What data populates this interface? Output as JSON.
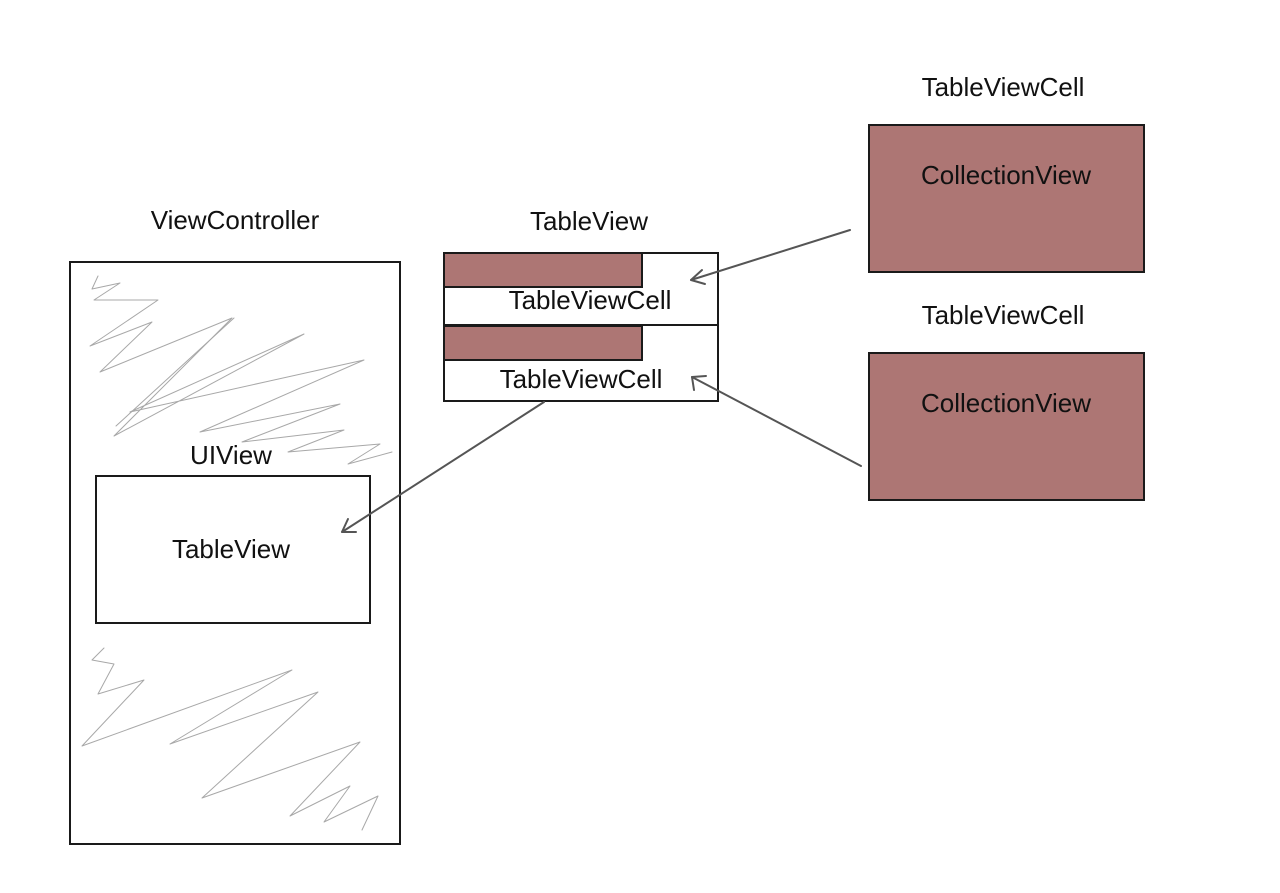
{
  "colors": {
    "collection_fill": "#ad7674",
    "outline": "#1a1a1a",
    "arrow": "#555555",
    "scribble": "#a8a8a8"
  },
  "view_controller": {
    "title": "ViewController",
    "uiview_label": "UIView",
    "inner_label": "TableView"
  },
  "table_view": {
    "title": "TableView",
    "cells": [
      {
        "label": "TableViewCell"
      },
      {
        "label": "TableViewCell"
      }
    ]
  },
  "table_view_cells": [
    {
      "title": "TableViewCell",
      "content": "CollectionView"
    },
    {
      "title": "TableViewCell",
      "content": "CollectionView"
    }
  ]
}
